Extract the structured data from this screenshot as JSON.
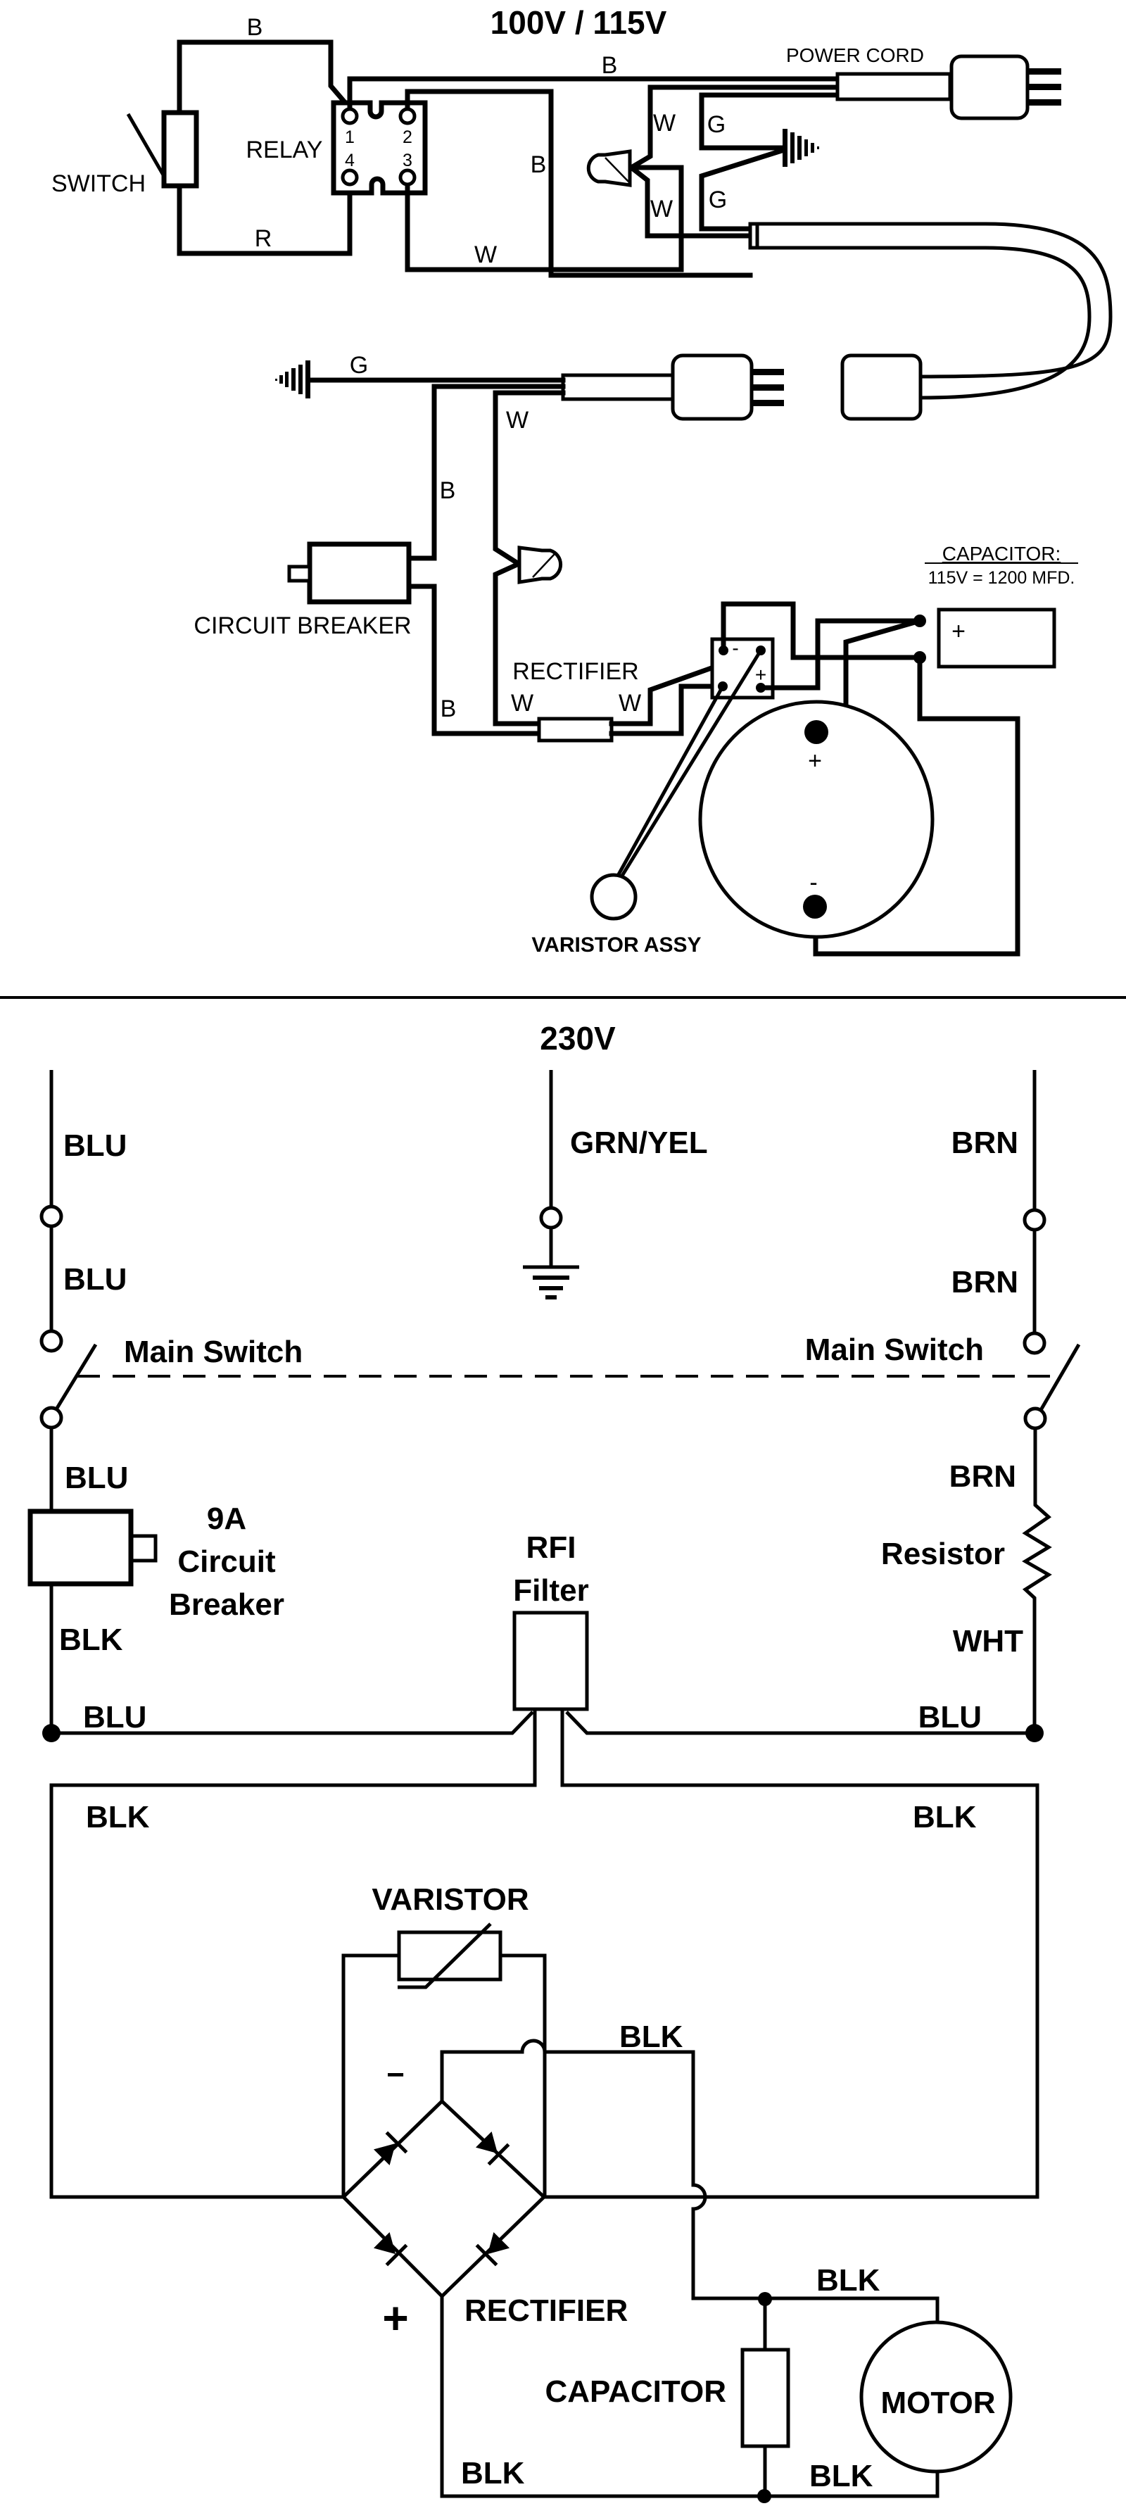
{
  "top_diagram": {
    "title": "100V / 115V",
    "components": {
      "switch": "SWITCH",
      "relay": "RELAY",
      "relay_pins": [
        "1",
        "2",
        "3",
        "4"
      ],
      "power_cord": "POWER CORD",
      "circuit_breaker": "CIRCUIT BREAKER",
      "rectifier": "RECTIFIER",
      "varistor_assy": "VARISTOR ASSY",
      "capacitor_title": "CAPACITOR:",
      "capacitor_spec": "115V = 1200 MFD.",
      "capacitor_plus": "+",
      "rectifier_minus": "-",
      "rectifier_plus": "+",
      "motor_plus": "+",
      "motor_minus": "-"
    },
    "wire_labels": {
      "switch_relay_top": "B",
      "switch_relay_bottom": "R",
      "relay_cord": "B",
      "relay_pin2": "B",
      "relay_pin3": "W",
      "cord_w_upper": "W",
      "cord_w_lower": "W",
      "cord_g_upper": "G",
      "cord_g_lower": "G",
      "ground_lead": "G",
      "lead_w": "W",
      "lead_b_upper": "B",
      "lead_b_lower": "B",
      "resistor_w_left": "W",
      "resistor_w_right": "W"
    }
  },
  "bottom_diagram": {
    "title": "230V",
    "wire_labels": {
      "left_1": "BLU",
      "left_2": "BLU",
      "left_3": "BLU",
      "left_blk": "BLK",
      "left_blu_bus": "BLU",
      "ground": "GRN/YEL",
      "right_1": "BRN",
      "right_2": "BRN",
      "right_3": "BRN",
      "right_wht": "WHT",
      "right_blu_bus": "BLU",
      "loop_left_blk": "BLK",
      "loop_right_blk": "BLK",
      "rect_top_blk": "BLK",
      "motor_top_blk": "BLK",
      "rect_bottom_blk": "BLK",
      "motor_bottom_blk": "BLK"
    },
    "components": {
      "main_switch_left": "Main Switch",
      "main_switch_right": "Main Switch",
      "breaker_rating": "9A",
      "breaker_line1": "Circuit",
      "breaker_line2": "Breaker",
      "resistor": "Resistor",
      "rfi_line1": "RFI",
      "rfi_line2": "Filter",
      "varistor": "VARISTOR",
      "rectifier": "RECTIFIER",
      "rect_minus": "−",
      "rect_plus": "+",
      "capacitor": "CAPACITOR",
      "motor": "MOTOR"
    }
  }
}
